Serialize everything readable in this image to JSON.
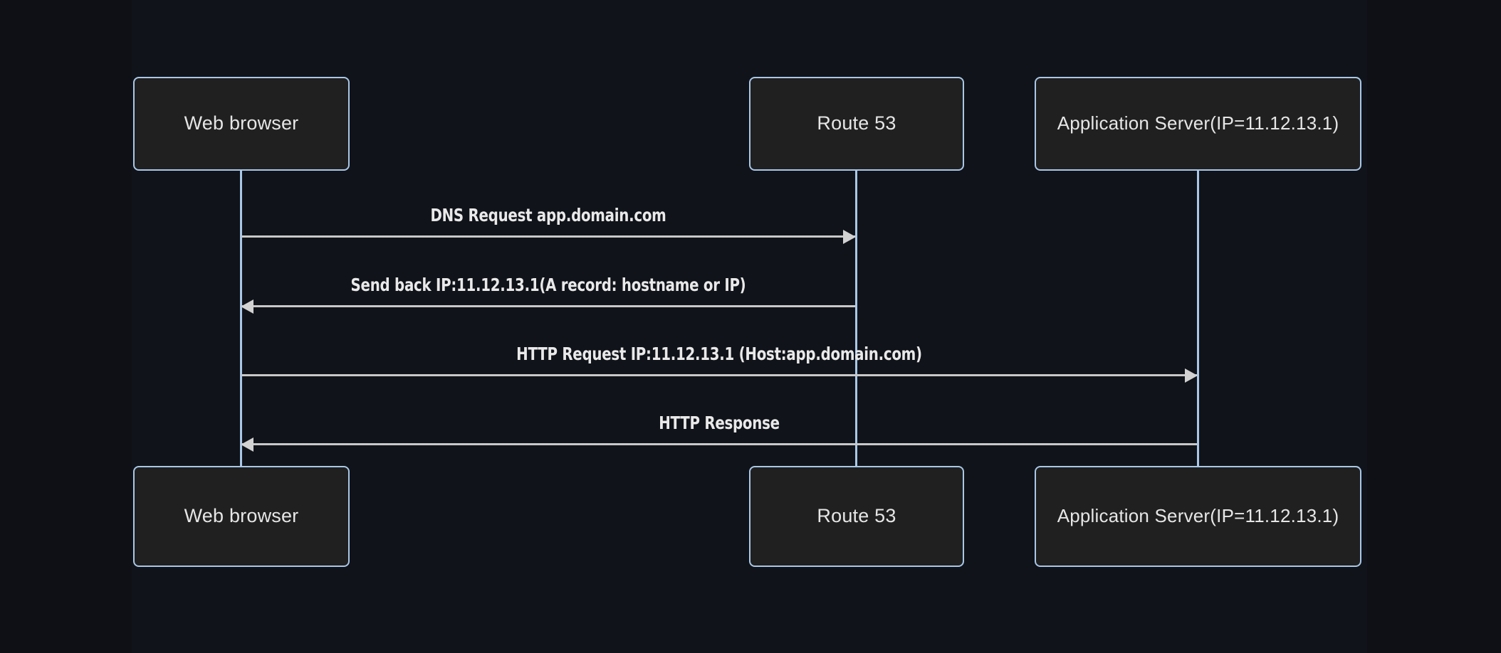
{
  "diagram": {
    "type": "sequence-diagram",
    "title": "DNS resolution and HTTP request sequence",
    "theme": {
      "background": "#0e1015",
      "canvas": "#101319",
      "box_fill": "#202020",
      "box_border": "#a9c7e8",
      "lifeline": "#a9c7e8",
      "arrow": "#c8c8c8",
      "text": "#e6e6e6"
    },
    "participants": [
      {
        "id": "browser",
        "label": "Web browser"
      },
      {
        "id": "route53",
        "label": "Route 53"
      },
      {
        "id": "appserver",
        "label": "Application Server(IP=11.12.13.1)"
      }
    ],
    "messages": [
      {
        "id": "dns-request",
        "label": "DNS Request app.domain.com",
        "from": "browser",
        "to": "route53",
        "direction": "right"
      },
      {
        "id": "dns-response",
        "label": "Send back IP:11.12.13.1(A record: hostname or IP)",
        "from": "route53",
        "to": "browser",
        "direction": "left"
      },
      {
        "id": "http-request",
        "label": "HTTP Request IP:11.12.13.1 (Host:app.domain.com)",
        "from": "browser",
        "to": "appserver",
        "direction": "right"
      },
      {
        "id": "http-response",
        "label": "HTTP Response",
        "from": "appserver",
        "to": "browser",
        "direction": "left"
      }
    ]
  }
}
